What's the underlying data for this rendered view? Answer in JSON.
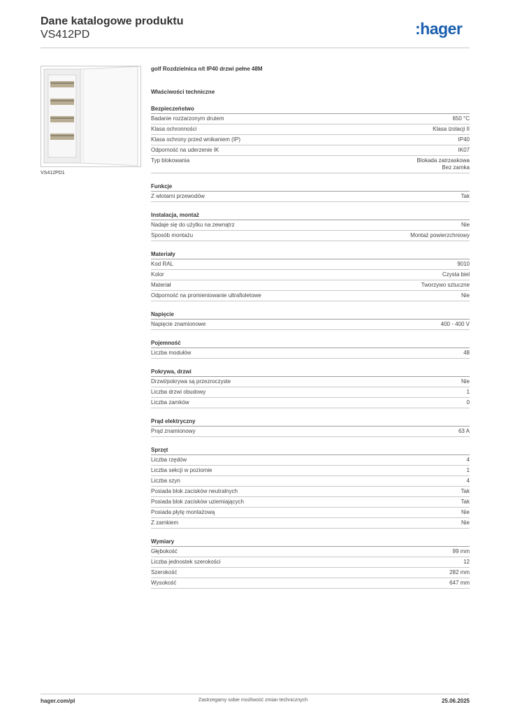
{
  "header": {
    "title": "Dane katalogowe produktu",
    "subtitle": "VS412PD",
    "logo_text": ":hager",
    "brand_color": "#1a5fae"
  },
  "image": {
    "caption": "VS412PD1"
  },
  "product": {
    "name": "golf Rozdzielnica n/t IP40 drzwi pełne 48M",
    "properties_title": "Właściwości techniczne"
  },
  "sections": [
    {
      "title": "Bezpieczeństwo",
      "rows": [
        {
          "label": "Badanie rozżarzonym drutem",
          "value": "650 °C"
        },
        {
          "label": "Klasa ochronności",
          "value": "Klasa izolacji II"
        },
        {
          "label": "Klasa ochrony przed wnikaniem (IP)",
          "value": "IP40"
        },
        {
          "label": "Odporność na uderzenie IK",
          "value": "IK07"
        },
        {
          "label": "Typ blokowania",
          "value": "Blokada zatrzaskowa\nBez zamka"
        }
      ]
    },
    {
      "title": "Funkcje",
      "rows": [
        {
          "label": "Z wlotami przewodów",
          "value": "Tak"
        }
      ]
    },
    {
      "title": "Instalacja, montaż",
      "rows": [
        {
          "label": "Nadaje się do użytku na zewnątrz",
          "value": "Nie"
        },
        {
          "label": "Sposób montażu",
          "value": "Montaż powierzchniowy"
        }
      ]
    },
    {
      "title": "Materiały",
      "rows": [
        {
          "label": "Kod RAL",
          "value": "9010"
        },
        {
          "label": "Kolor",
          "value": "Czysta biel"
        },
        {
          "label": "Materiał",
          "value": "Tworzywo sztuczne"
        },
        {
          "label": "Odporność na promieniowanie ultrafioletowe",
          "value": "Nie"
        }
      ]
    },
    {
      "title": "Napięcie",
      "rows": [
        {
          "label": "Napięcie znamionowe",
          "value": "400 - 400 V"
        }
      ]
    },
    {
      "title": "Pojemność",
      "rows": [
        {
          "label": "Liczba modułów",
          "value": "48"
        }
      ]
    },
    {
      "title": "Pokrywa, drzwi",
      "rows": [
        {
          "label": "Drzwi/pokrywa są przezroczyste",
          "value": "Nie"
        },
        {
          "label": "Liczba drzwi obudowy",
          "value": "1"
        },
        {
          "label": "Liczba zamków",
          "value": "0"
        }
      ]
    },
    {
      "title": "Prąd elektryczny",
      "rows": [
        {
          "label": "Prąd znamionowy",
          "value": "63 A"
        }
      ]
    },
    {
      "title": "Sprzęt",
      "rows": [
        {
          "label": "Liczba rzędów",
          "value": "4"
        },
        {
          "label": "Liczba sekcji w poziomie",
          "value": "1"
        },
        {
          "label": "Liczba szyn",
          "value": "4"
        },
        {
          "label": "Posiada blok zacisków neutralnych",
          "value": "Tak"
        },
        {
          "label": "Posiada blok zacisków uziemiających",
          "value": "Tak"
        },
        {
          "label": "Posiada płytę montażową",
          "value": "Nie"
        },
        {
          "label": "Z zamkiem",
          "value": "Nie"
        }
      ]
    },
    {
      "title": "Wymiary",
      "rows": [
        {
          "label": "Głębokość",
          "value": "99 mm"
        },
        {
          "label": "Liczba jednostek szerokości",
          "value": "12"
        },
        {
          "label": "Szerokość",
          "value": "282 mm"
        },
        {
          "label": "Wysokość",
          "value": "647 mm"
        }
      ]
    }
  ],
  "footer": {
    "website": "hager.com/pl",
    "notice": "Zastrzegamy sobie możliwość zmian technicznych",
    "date": "25.06.2025"
  }
}
